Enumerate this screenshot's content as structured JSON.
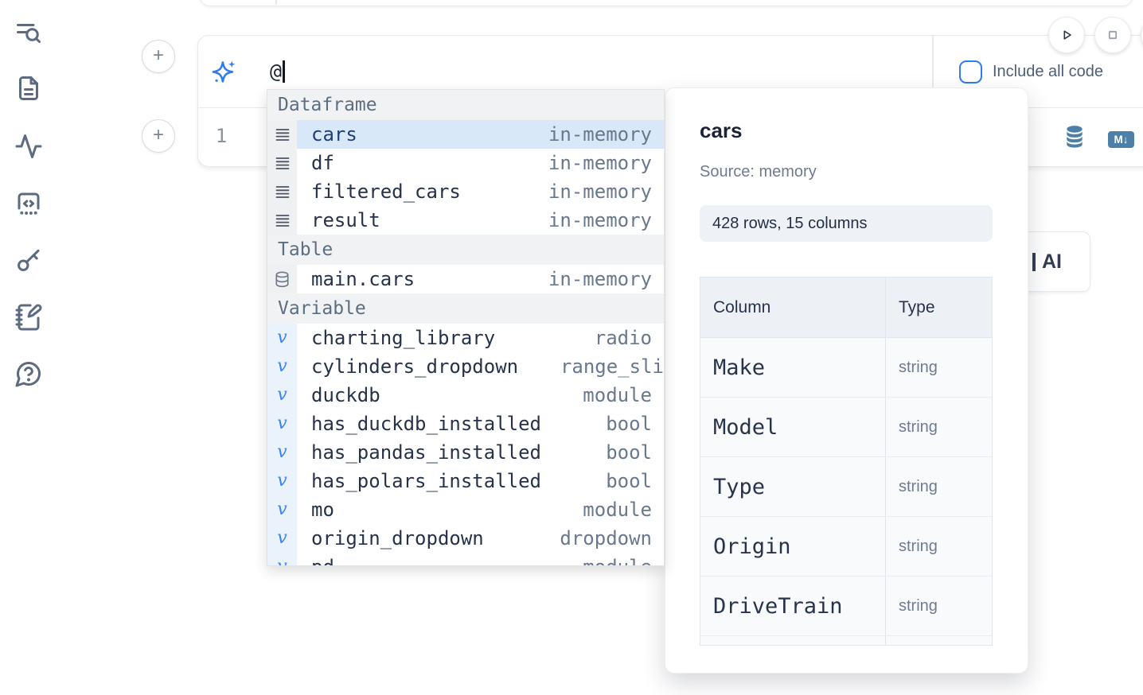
{
  "sidebar": {
    "icons": [
      {
        "name": "contents-search-icon"
      },
      {
        "name": "file-icon"
      },
      {
        "name": "activity-icon"
      },
      {
        "name": "snippets-code-icon"
      },
      {
        "name": "key-icon"
      },
      {
        "name": "scratchpad-icon"
      },
      {
        "name": "help-chat-icon"
      }
    ]
  },
  "cell": {
    "prompt": {
      "value": "@",
      "icon": "sparkles-icon"
    },
    "include_all_code": {
      "label": "Include all code",
      "checked": false
    },
    "code": {
      "line_number": "1"
    },
    "markdown_badge": "M↓",
    "output_icons": [
      "datasource-icon",
      "export-markdown-icon"
    ],
    "run_controls": [
      "run-button",
      "interrupt-button"
    ]
  },
  "ai_chip": {
    "label": "AI"
  },
  "autocomplete": {
    "sections": [
      {
        "label": "Dataframe",
        "items": [
          {
            "icon": "dataframe",
            "name": "cars",
            "detail": "in-memory",
            "selected": true
          },
          {
            "icon": "dataframe",
            "name": "df",
            "detail": "in-memory"
          },
          {
            "icon": "dataframe",
            "name": "filtered_cars",
            "detail": "in-memory"
          },
          {
            "icon": "dataframe",
            "name": "result",
            "detail": "in-memory"
          }
        ]
      },
      {
        "label": "Table",
        "items": [
          {
            "icon": "database",
            "name": "main.cars",
            "detail": "in-memory"
          }
        ]
      },
      {
        "label": "Variable",
        "items": [
          {
            "icon": "variable",
            "name": "charting_library",
            "detail": "radio"
          },
          {
            "icon": "variable",
            "name": "cylinders_dropdown",
            "detail": "range_sli",
            "overflow": true
          },
          {
            "icon": "variable",
            "name": "duckdb",
            "detail": "module"
          },
          {
            "icon": "variable",
            "name": "has_duckdb_installed",
            "detail": "bool"
          },
          {
            "icon": "variable",
            "name": "has_pandas_installed",
            "detail": "bool"
          },
          {
            "icon": "variable",
            "name": "has_polars_installed",
            "detail": "bool"
          },
          {
            "icon": "variable",
            "name": "mo",
            "detail": "module"
          },
          {
            "icon": "variable",
            "name": "origin_dropdown",
            "detail": "dropdown"
          },
          {
            "icon": "variable",
            "name": "pd",
            "detail": "module"
          }
        ]
      }
    ]
  },
  "preview": {
    "title": "cars",
    "source": "Source: memory",
    "shape": "428 rows, 15 columns",
    "table": {
      "headers": [
        "Column",
        "Type"
      ],
      "rows": [
        [
          "Make",
          "string"
        ],
        [
          "Model",
          "string"
        ],
        [
          "Type",
          "string"
        ],
        [
          "Origin",
          "string"
        ],
        [
          "DriveTrain",
          "string"
        ],
        [
          "",
          ""
        ]
      ]
    }
  },
  "colors": {
    "accent_blue": "#2f7bf0",
    "steel_blue": "#4c80a9",
    "selected_row_bg": "#d9e8f8",
    "selected_row_text": "#1e3f76",
    "border": "#e7e8ea"
  }
}
